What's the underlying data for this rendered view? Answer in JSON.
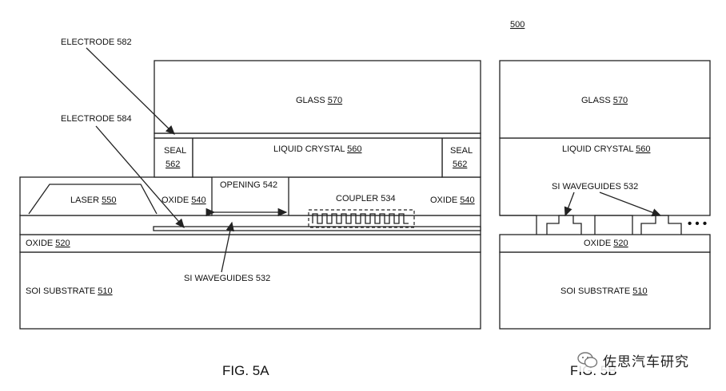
{
  "ref_number": "500",
  "fig_a": {
    "caption": "FIG. 5A",
    "callouts": {
      "electrode_582": "ELECTRODE 582",
      "electrode_584": "ELECTRODE 584",
      "si_waveguides": "SI WAVEGUIDES 532"
    },
    "layers": {
      "glass": {
        "name": "GLASS",
        "num": "570"
      },
      "liquid_crystal": {
        "name": "LIQUID CRYSTAL",
        "num": "560"
      },
      "seal_left": {
        "name": "SEAL",
        "num": "562"
      },
      "seal_right": {
        "name": "SEAL",
        "num": "562"
      },
      "opening": "OPENING 542",
      "laser": {
        "name": "LASER",
        "num": "550"
      },
      "oxide_540_left": {
        "name": "OXIDE",
        "num": "540"
      },
      "coupler": "COUPLER 534",
      "oxide_540_right": {
        "name": "OXIDE",
        "num": "540"
      },
      "oxide_520": {
        "name": "OXIDE",
        "num": "520"
      },
      "substrate": {
        "name": "SOI SUBSTRATE",
        "num": "510"
      }
    }
  },
  "fig_b": {
    "caption": "FIG. 5B",
    "layers": {
      "glass": {
        "name": "GLASS",
        "num": "570"
      },
      "liquid_crystal": {
        "name": "LIQUID CRYSTAL",
        "num": "560"
      },
      "si_waveguides": "SI WAVEGUIDES 532",
      "ellipsis": "• • •",
      "oxide_520": {
        "name": "OXIDE",
        "num": "520"
      },
      "substrate": {
        "name": "SOI SUBSTRATE",
        "num": "510"
      }
    }
  },
  "watermark": {
    "text": "佐思汽车研究",
    "icon": "wechat-icon"
  }
}
